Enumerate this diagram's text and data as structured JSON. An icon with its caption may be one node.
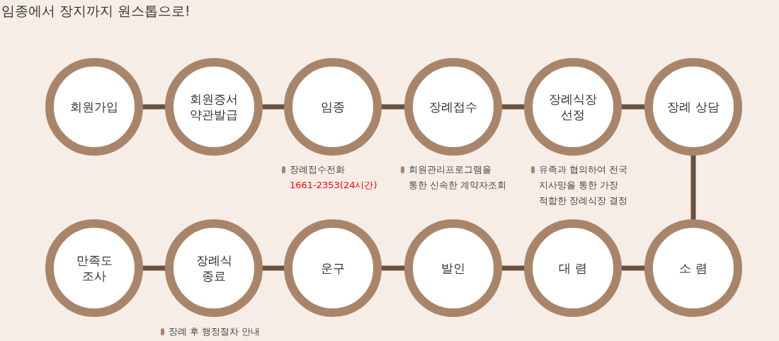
{
  "diagram": {
    "title": "임종에서 장지까지 원스톱으로!",
    "nodes": [
      {
        "text": [
          "회원가입"
        ]
      },
      {
        "text": [
          "회원증서 약관발급"
        ]
      },
      {
        "text": [
          "임종"
        ],
        "beside": [
          "장례접수전화",
          "1661-2353(24시간)"
        ]
      },
      {
        "text": [
          "장례접수"
        ],
        "beside": [
          "회원관리프로그램을 통한 신속한 계약자조회"
        ]
      },
      {
        "text": [
          "장례식장 선정"
        ],
        "beside": [
          "유족과 협의하여 전국 지사망을 통한 가장 적합한 장례식장 결정"
        ]
      },
      {
        "text": [
          "장례 상담"
        ]
      },
      {
        "text": [
          "만족도 조사"
        ]
      },
      {
        "text": [
          "장례식 종료"
        ],
        "beside": [
          "장례 후 행정절차 안내"
        ]
      },
      {
        "text": [
          "운구"
        ]
      },
      {
        "text": [
          "발인"
        ]
      },
      {
        "text": [
          "대 렴"
        ]
      },
      {
        "text": [
          "소 렴"
        ]
      }
    ],
    "edges": [
      {
        "from": 0,
        "to": 1,
        "arrow": "none"
      },
      {
        "from": 1,
        "to": 2,
        "arrow": "none"
      },
      {
        "from": 2,
        "to": 3,
        "arrow": "none"
      },
      {
        "from": 3,
        "to": 4,
        "arrow": "none"
      },
      {
        "from": 4,
        "to": 5,
        "arrow": "none"
      },
      {
        "from": 5,
        "to": 11,
        "arrow": "none"
      },
      {
        "from": 11,
        "to": 10,
        "arrow": "none"
      },
      {
        "from": 10,
        "to": 9,
        "arrow": "none"
      },
      {
        "from": 9,
        "to": 8,
        "arrow": "none"
      },
      {
        "from": 8,
        "to": 7,
        "arrow": "none"
      },
      {
        "from": 7,
        "to": 6,
        "arrow": "none"
      }
    ]
  }
}
